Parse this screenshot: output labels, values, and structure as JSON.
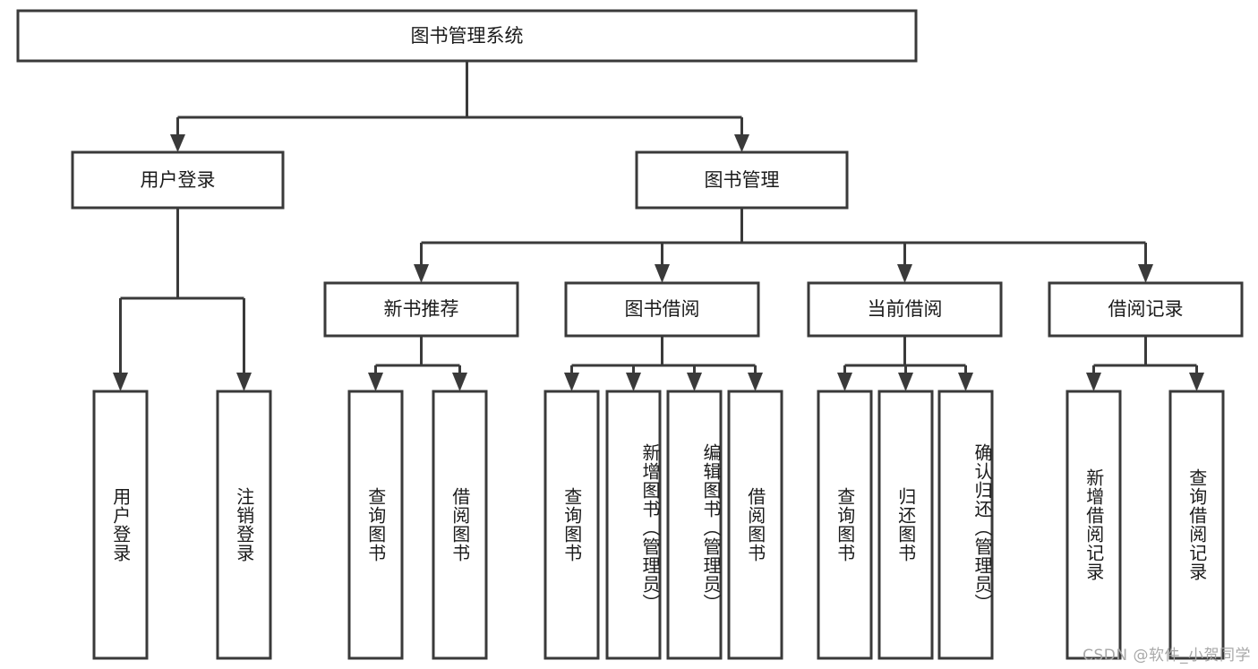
{
  "diagram": {
    "type": "tree",
    "title": "图书管理系统",
    "root": {
      "id": "root",
      "label": "图书管理系统",
      "orientation": "horizontal"
    },
    "level2": [
      {
        "id": "user-login",
        "label": "用户登录",
        "orientation": "horizontal"
      },
      {
        "id": "book-manage",
        "label": "图书管理",
        "orientation": "horizontal"
      }
    ],
    "level3": [
      {
        "id": "new-book-recommend",
        "label": "新书推荐",
        "orientation": "horizontal",
        "parent": "book-manage"
      },
      {
        "id": "book-borrow",
        "label": "图书借阅",
        "orientation": "horizontal",
        "parent": "book-manage"
      },
      {
        "id": "current-borrow",
        "label": "当前借阅",
        "orientation": "horizontal",
        "parent": "book-manage"
      },
      {
        "id": "borrow-record",
        "label": "借阅记录",
        "orientation": "horizontal",
        "parent": "book-manage"
      }
    ],
    "leaves": [
      {
        "id": "leaf-user-login",
        "label": "用户登录",
        "parent": "user-login",
        "orientation": "vertical"
      },
      {
        "id": "leaf-user-logout",
        "label": "注销登录",
        "parent": "user-login",
        "orientation": "vertical"
      },
      {
        "id": "leaf-query-book-1",
        "label": "查询图书",
        "parent": "new-book-recommend",
        "orientation": "vertical"
      },
      {
        "id": "leaf-borrow-book-1",
        "label": "借阅图书",
        "parent": "new-book-recommend",
        "orientation": "vertical"
      },
      {
        "id": "leaf-query-book-2",
        "label": "查询图书",
        "parent": "book-borrow",
        "orientation": "vertical"
      },
      {
        "id": "leaf-add-book",
        "label": "新增图书（管理员）",
        "parent": "book-borrow",
        "orientation": "vertical"
      },
      {
        "id": "leaf-edit-book",
        "label": "编辑图书（管理员）",
        "parent": "book-borrow",
        "orientation": "vertical"
      },
      {
        "id": "leaf-borrow-book-2",
        "label": "借阅图书",
        "parent": "book-borrow",
        "orientation": "vertical"
      },
      {
        "id": "leaf-query-book-3",
        "label": "查询图书",
        "parent": "current-borrow",
        "orientation": "vertical"
      },
      {
        "id": "leaf-return-book",
        "label": "归还图书",
        "parent": "current-borrow",
        "orientation": "vertical"
      },
      {
        "id": "leaf-confirm-return",
        "label": "确认归还（管理员）",
        "parent": "current-borrow",
        "orientation": "vertical"
      },
      {
        "id": "leaf-add-record",
        "label": "新增借阅记录",
        "parent": "borrow-record",
        "orientation": "vertical"
      },
      {
        "id": "leaf-query-record",
        "label": "查询借阅记录",
        "parent": "borrow-record",
        "orientation": "vertical"
      }
    ],
    "colors": {
      "stroke": "#3a3a3a",
      "fill": "#ffffff",
      "text": "#1b1b1b",
      "watermark": "#a8a8a8",
      "background": "#ffffff"
    }
  },
  "watermark": {
    "text": "CSDN @软件_小贺同学"
  }
}
